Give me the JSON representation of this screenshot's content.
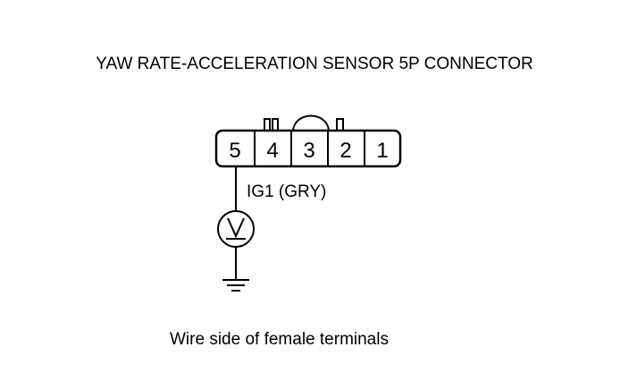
{
  "title": "YAW RATE-ACCELERATION SENSOR 5P CONNECTOR",
  "connector": {
    "pins": [
      "5",
      "4",
      "3",
      "2",
      "1"
    ]
  },
  "wire_label": "IG1 (GRY)",
  "meter_symbol": "V",
  "caption": "Wire side of female terminals"
}
